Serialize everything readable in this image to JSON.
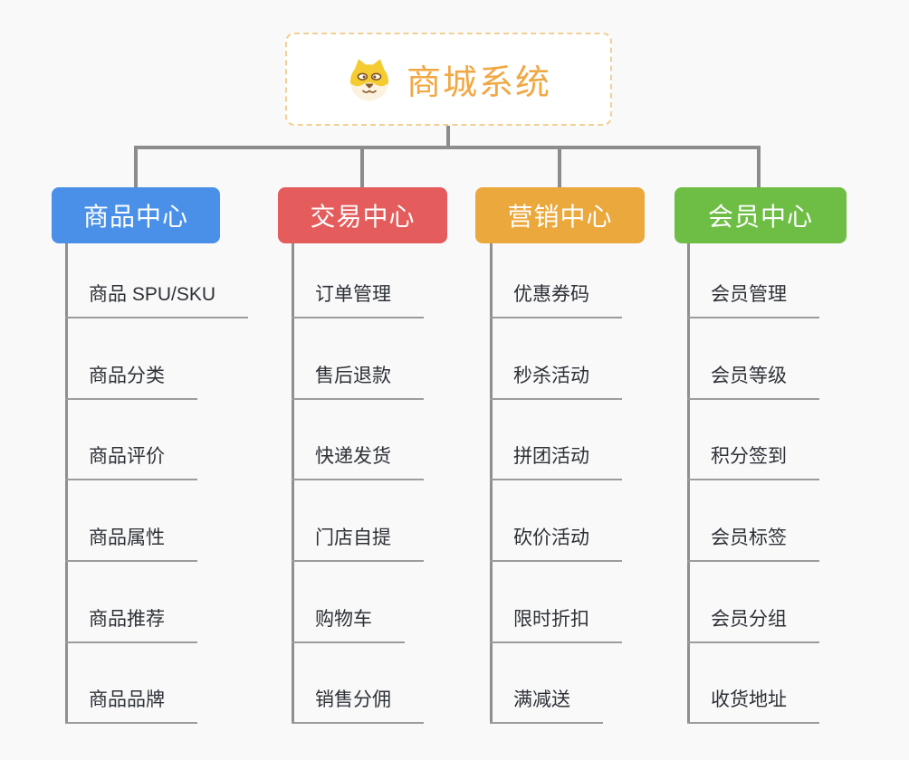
{
  "root": {
    "title": "商城系统",
    "icon": "dog-face-icon",
    "accent_color": "#F0A843",
    "border_color": "#F2CF92"
  },
  "connector_color": "#8C8C8C",
  "branches": [
    {
      "label": "商品中心",
      "color": "#4A90E8",
      "items": [
        "商品 SPU/SKU",
        "商品分类",
        "商品评价",
        "商品属性",
        "商品推荐",
        "商品品牌"
      ]
    },
    {
      "label": "交易中心",
      "color": "#E45C5C",
      "items": [
        "订单管理",
        "售后退款",
        "快递发货",
        "门店自提",
        "购物车",
        "销售分佣"
      ]
    },
    {
      "label": "营销中心",
      "color": "#EBA83C",
      "items": [
        "优惠券码",
        "秒杀活动",
        "拼团活动",
        "砍价活动",
        "限时折扣",
        "满减送"
      ]
    },
    {
      "label": "会员中心",
      "color": "#6EBE45",
      "items": [
        "会员管理",
        "会员等级",
        "积分签到",
        "会员标签",
        "会员分组",
        "收货地址"
      ]
    }
  ]
}
